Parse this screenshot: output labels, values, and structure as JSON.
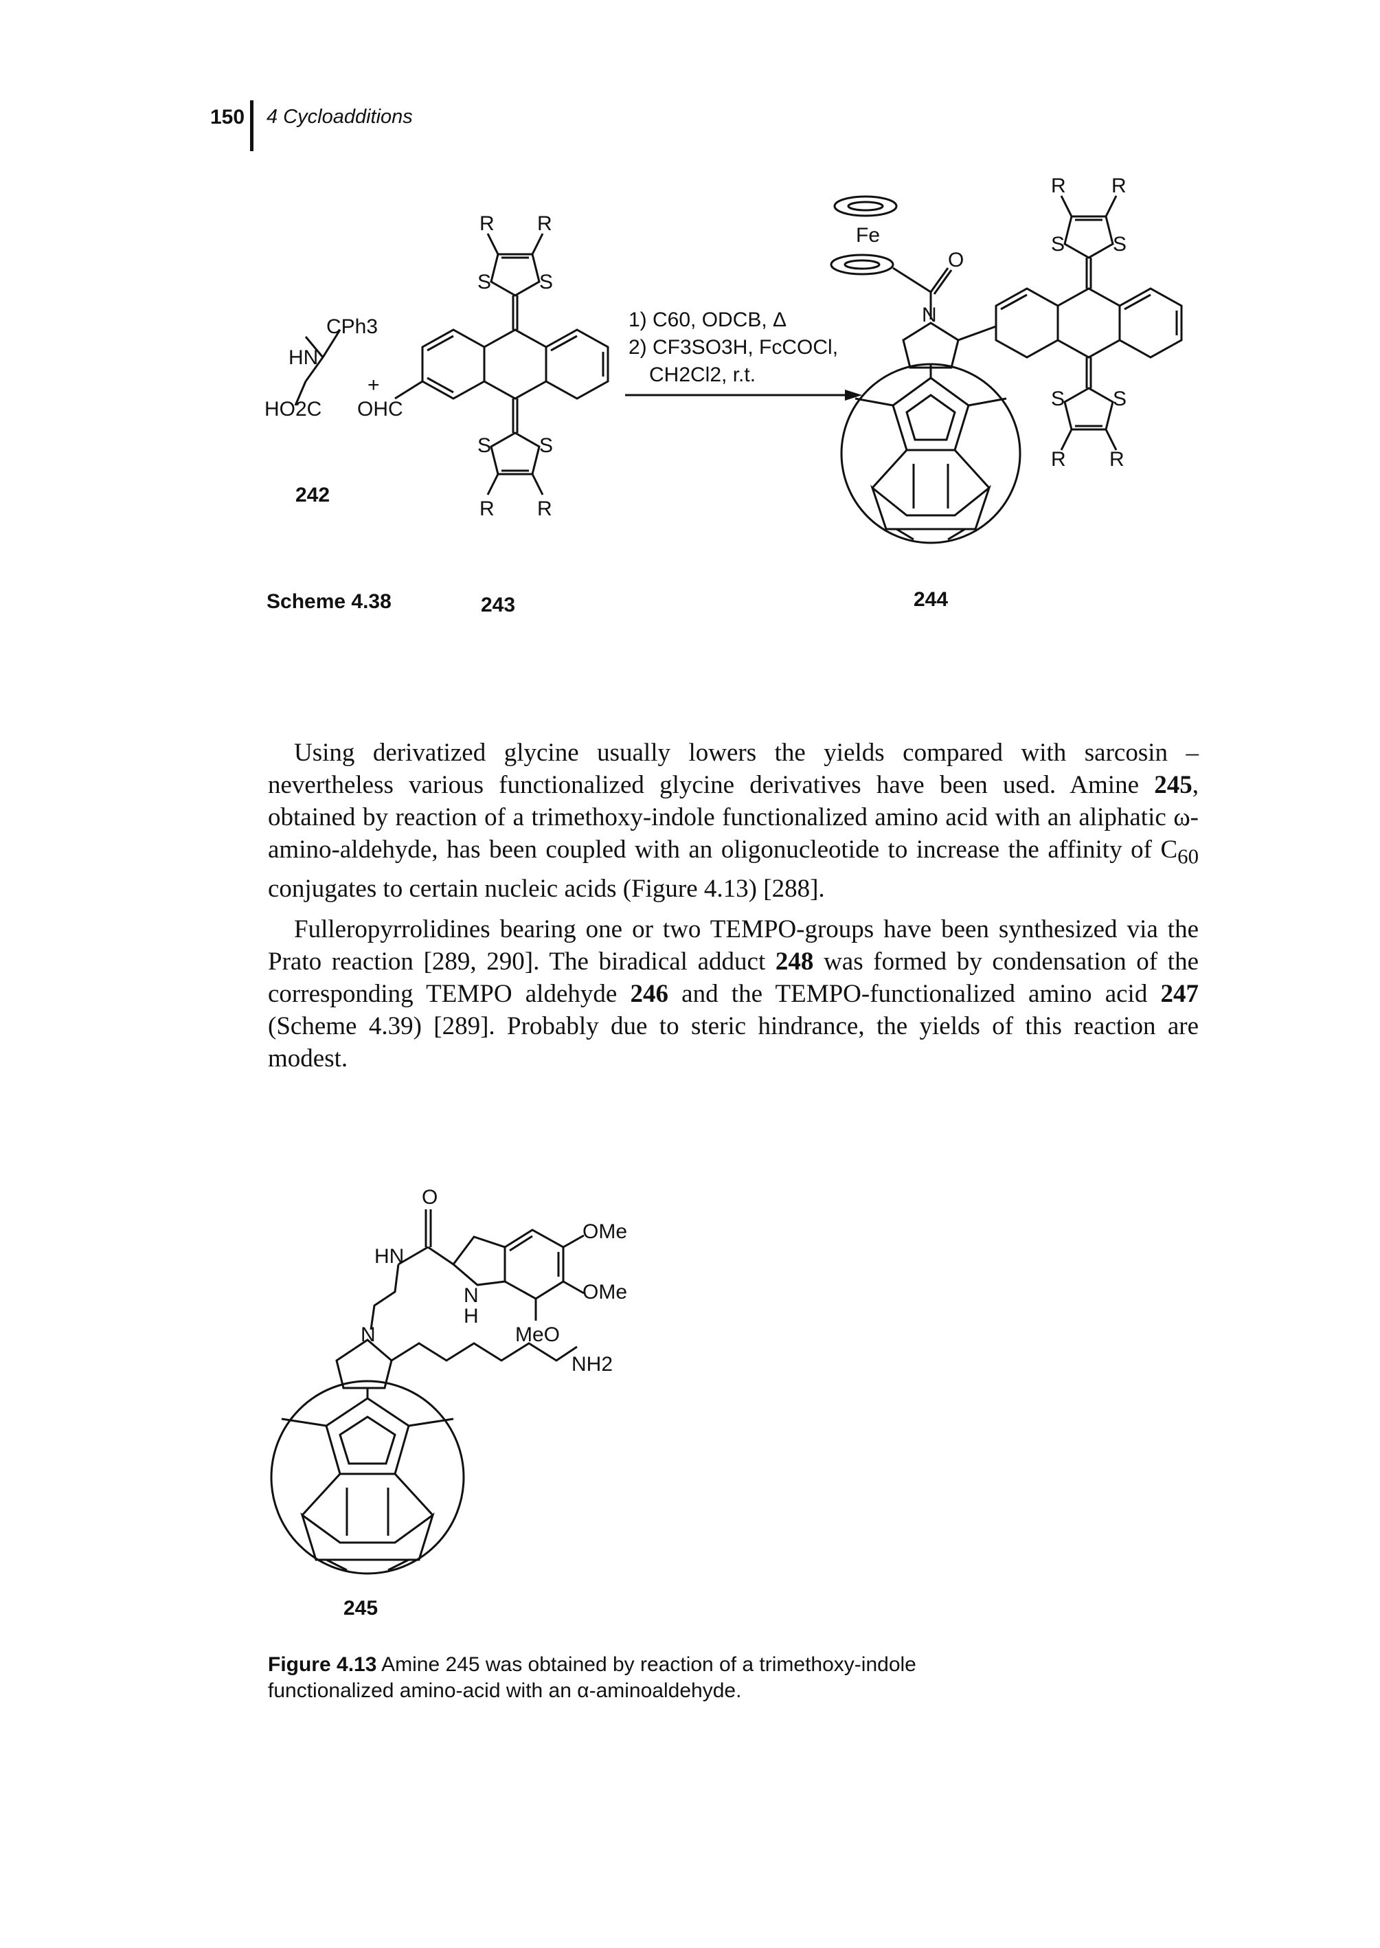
{
  "header": {
    "page_number": "150",
    "chapter": "4 Cycloadditions"
  },
  "scheme": {
    "caption_label": "Scheme 4.38",
    "compounds": {
      "c242": "242",
      "c243": "243",
      "c244": "244"
    },
    "reagents": {
      "line1": "1) C60, ODCB, Δ",
      "line2": "2) CF3SO3H, FcCOCl,",
      "line3": "CH2Cl2, r.t."
    },
    "atoms": {
      "cph3": "CPh3",
      "hn": "HN",
      "ho2c": "HO2C",
      "plus": "+",
      "ohc": "OHC",
      "r": "R",
      "s": "S",
      "fe": "Fe",
      "o": "O",
      "n": "N"
    }
  },
  "body": {
    "para1_a": "Using derivatized glycine usually lowers the yields compared with sarcosin – nevertheless various functionalized glycine derivatives have been used. Amine ",
    "para1_b": "245",
    "para1_c": ", obtained by reaction of a trimethoxy-indole functionalized amino acid with an aliphatic ω-amino-aldehyde, has been coupled with an oligonucleotide to increase the affinity of C",
    "para1_sub": "60",
    "para1_d": " conjugates to certain nucleic acids (Figure 4.13) [288].",
    "para2_a": "Fulleropyrrolidines bearing one or two TEMPO-groups have been synthesized via the Prato reaction [289, 290]. The biradical adduct ",
    "para2_b": "248",
    "para2_c": " was formed by condensation of the corresponding TEMPO aldehyde ",
    "para2_d": "246",
    "para2_e": " and the TEMPO-functionalized amino acid ",
    "para2_f": "247",
    "para2_g": " (Scheme 4.39) [289]. Probably due to steric hindrance, the yields of this reaction are modest."
  },
  "figure": {
    "compound": "245",
    "atoms": {
      "o": "O",
      "hn": "HN",
      "n_indole": "N",
      "h": "H",
      "ome1": "OMe",
      "ome2": "OMe",
      "meo": "MeO",
      "n_pyr": "N",
      "nh2": "NH2"
    },
    "caption_label": "Figure 4.13",
    "caption_text": "Amine 245 was obtained by reaction of a trimethoxy-indole functionalized amino-acid with an α-aminoaldehyde."
  }
}
